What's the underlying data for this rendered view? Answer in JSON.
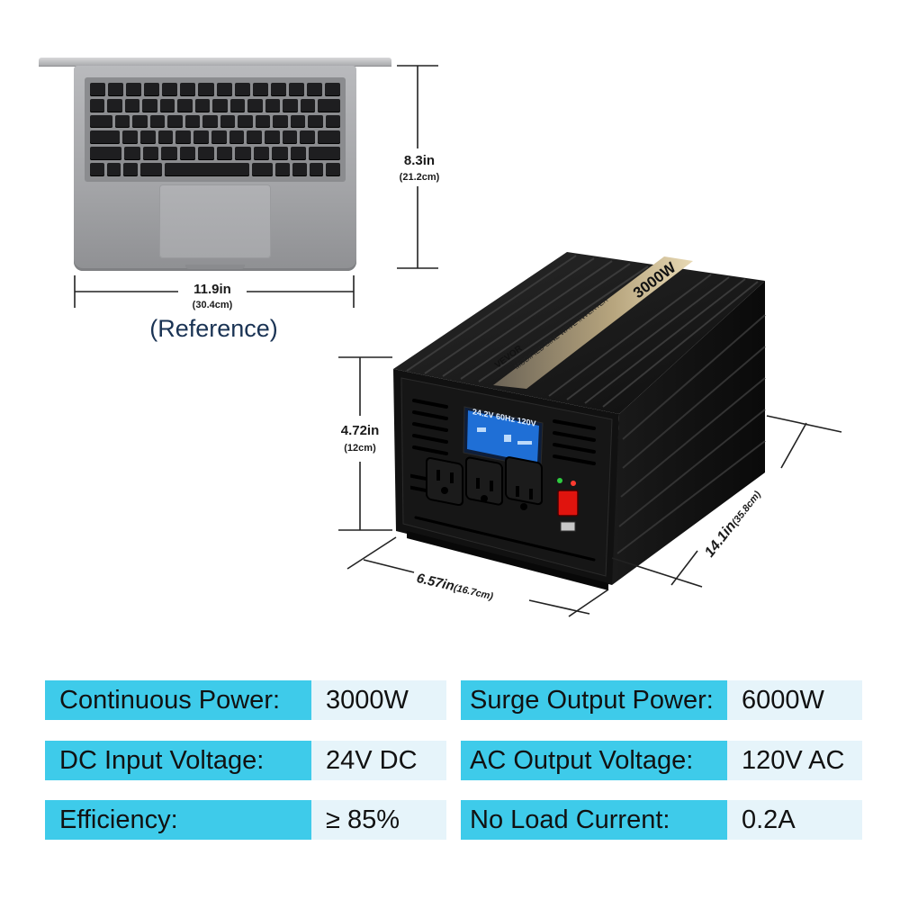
{
  "laptop": {
    "width_label": "11.9in",
    "width_metric": "(30.4cm)",
    "height_label": "8.3in",
    "height_metric": "(21.2cm)",
    "caption": "(Reference)"
  },
  "inverter": {
    "brand": "VEVOR",
    "model_text": "MODIFIED SINE WAVE INVERTER",
    "rating_badge": "3000W",
    "lcd": {
      "input_voltage": "24.2V",
      "frequency": "60Hz",
      "output_voltage": "120V"
    },
    "height_label": "4.72in",
    "height_metric": "(12cm)",
    "width_label": "6.57in",
    "width_metric": "(16.7cm)",
    "length_label": "14.1in",
    "length_metric": "(35.8cm)"
  },
  "specs": {
    "rows": [
      {
        "label": "Continuous Power:",
        "value": "3000W"
      },
      {
        "label": "Surge Output Power:",
        "value": "6000W"
      },
      {
        "label": "DC Input Voltage:",
        "value": "24V DC"
      },
      {
        "label": "AC Output Voltage:",
        "value": "120V AC"
      },
      {
        "label": "Efficiency:",
        "value": "≥ 85%"
      },
      {
        "label": "No Load Current:",
        "value": "0.2A"
      }
    ]
  },
  "colors": {
    "label_bg": "#3ecbea",
    "value_bg": "#e6f4fa",
    "caption_text": "#1a3354",
    "inverter_body": "#141414",
    "lcd_blue": "#1f6fd6"
  },
  "icons": [
    "laptop-image",
    "inverter-image",
    "outlet-icon",
    "power-switch-icon",
    "usb-port-icon"
  ]
}
